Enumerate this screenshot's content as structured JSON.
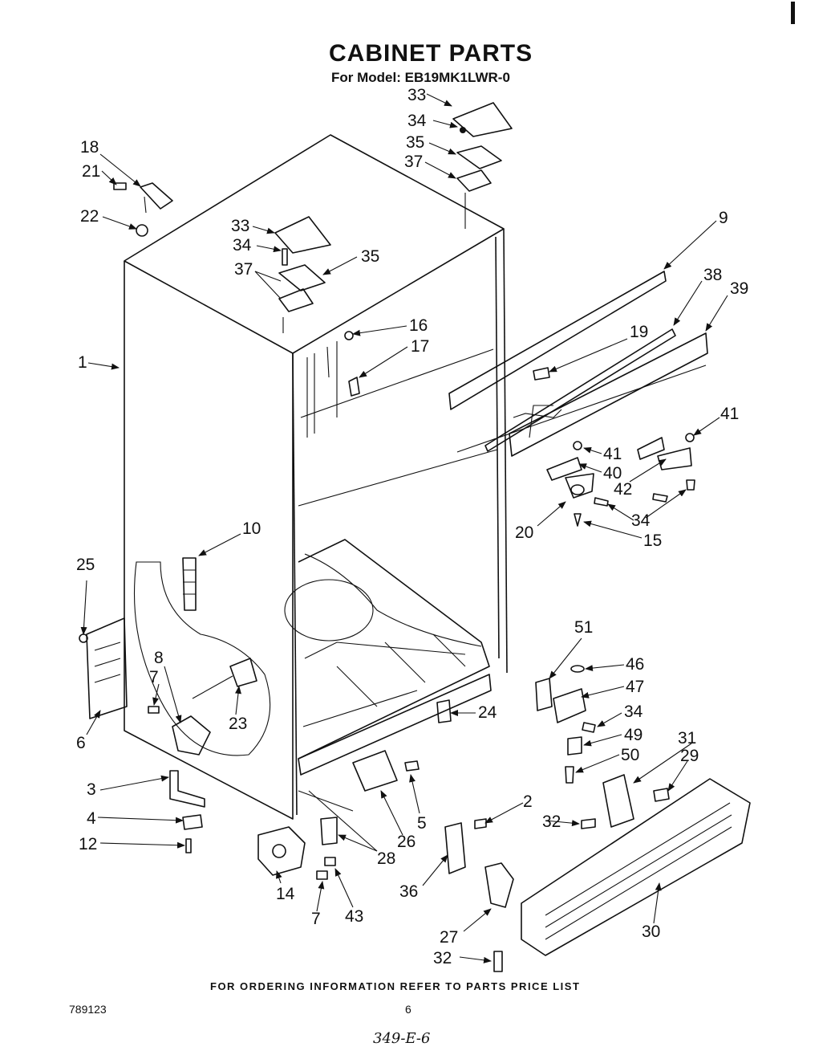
{
  "header": {
    "title": "CABINET PARTS",
    "model_line": "For Model: EB19MK1LWR-0"
  },
  "footer": {
    "ordering_note": "FOR ORDERING INFORMATION REFER TO PARTS PRICE LIST",
    "doc_number": "789123",
    "page_number": "6",
    "handwritten_note": "349-E-6"
  },
  "callouts": [
    {
      "id": "c33a",
      "text": "33"
    },
    {
      "id": "c34a",
      "text": "34"
    },
    {
      "id": "c35a",
      "text": "35"
    },
    {
      "id": "c37a",
      "text": "37"
    },
    {
      "id": "c18",
      "text": "18"
    },
    {
      "id": "c21",
      "text": "21"
    },
    {
      "id": "c22",
      "text": "22"
    },
    {
      "id": "c33b",
      "text": "33"
    },
    {
      "id": "c34b",
      "text": "34"
    },
    {
      "id": "c35b",
      "text": "35"
    },
    {
      "id": "c37b",
      "text": "37"
    },
    {
      "id": "c9",
      "text": "9"
    },
    {
      "id": "c38",
      "text": "38"
    },
    {
      "id": "c39",
      "text": "39"
    },
    {
      "id": "c16",
      "text": "16"
    },
    {
      "id": "c17",
      "text": "17"
    },
    {
      "id": "c1",
      "text": "1"
    },
    {
      "id": "c19",
      "text": "19"
    },
    {
      "id": "c41a",
      "text": "41"
    },
    {
      "id": "c41b",
      "text": "41"
    },
    {
      "id": "c40",
      "text": "40"
    },
    {
      "id": "c42",
      "text": "42"
    },
    {
      "id": "c34c",
      "text": "34"
    },
    {
      "id": "c20",
      "text": "20"
    },
    {
      "id": "c15",
      "text": "15"
    },
    {
      "id": "c10",
      "text": "10"
    },
    {
      "id": "c25",
      "text": "25"
    },
    {
      "id": "c8",
      "text": "8"
    },
    {
      "id": "c7a",
      "text": "7"
    },
    {
      "id": "c23",
      "text": "23"
    },
    {
      "id": "c6",
      "text": "6"
    },
    {
      "id": "c51",
      "text": "51"
    },
    {
      "id": "c46",
      "text": "46"
    },
    {
      "id": "c47",
      "text": "47"
    },
    {
      "id": "c24",
      "text": "24"
    },
    {
      "id": "c34d",
      "text": "34"
    },
    {
      "id": "c49",
      "text": "49"
    },
    {
      "id": "c31",
      "text": "31"
    },
    {
      "id": "c29",
      "text": "29"
    },
    {
      "id": "c50",
      "text": "50"
    },
    {
      "id": "c3",
      "text": "3"
    },
    {
      "id": "c4",
      "text": "4"
    },
    {
      "id": "c12",
      "text": "12"
    },
    {
      "id": "c5",
      "text": "5"
    },
    {
      "id": "c26",
      "text": "26"
    },
    {
      "id": "c2",
      "text": "2"
    },
    {
      "id": "c32a",
      "text": "32"
    },
    {
      "id": "c28",
      "text": "28"
    },
    {
      "id": "c14",
      "text": "14"
    },
    {
      "id": "c7b",
      "text": "7"
    },
    {
      "id": "c43",
      "text": "43"
    },
    {
      "id": "c36",
      "text": "36"
    },
    {
      "id": "c27",
      "text": "27"
    },
    {
      "id": "c30",
      "text": "30"
    },
    {
      "id": "c32b",
      "text": "32"
    }
  ]
}
